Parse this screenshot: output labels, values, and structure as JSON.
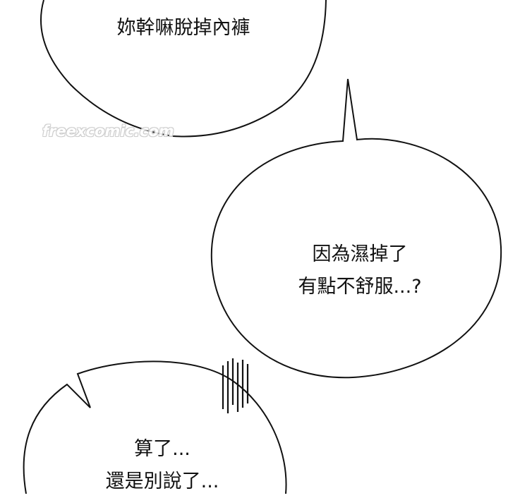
{
  "watermark": "freexcomic.com",
  "bubbles": [
    {
      "lines": [
        "妳幹嘛脫掉內褲"
      ]
    },
    {
      "lines": [
        "因為濕掉了",
        "有點不舒服...?"
      ]
    },
    {
      "lines": [
        "算了...",
        "還是別說了..."
      ]
    }
  ]
}
